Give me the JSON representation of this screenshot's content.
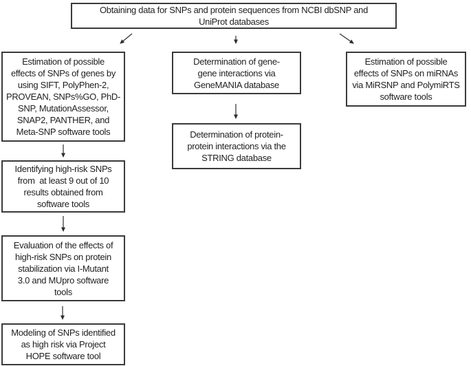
{
  "colors": {
    "background": "#ffffff",
    "box_border": "#3a3a3a",
    "text": "#1f1f1f",
    "arrow": "#2e2e2e"
  },
  "nodes": {
    "obtain_data": {
      "id": "obtain-data",
      "lines": [
        "Obtaining data for SNPs and protein sequences from NCBI dbSNP and",
        "UniProt databases"
      ]
    },
    "estimate_snp_effects_genes": {
      "id": "estimate-snp-effects-genes",
      "lines": [
        "Estimation of possible",
        "effects of SNPs of genes by",
        "using SIFT, PolyPhen-2,",
        "PROVEAN, SNPs%GO, PhD-",
        "SNP, MutationAssessor,",
        "SNAP2, PANTHER, and",
        "Meta-SNP software tools"
      ]
    },
    "identify_high_risk_snps": {
      "id": "identify-high-risk-snps",
      "lines": [
        "Identifying high-risk SNPs",
        "from  at least 9 out of 10",
        "results obtained from",
        "software tools"
      ]
    },
    "evaluate_protein_stabilization": {
      "id": "evaluate-protein-stabilization",
      "lines": [
        "Evaluation of the effects of",
        "high-risk SNPs on protein",
        "stabilization via I-Mutant",
        "3.0 and MUpro software",
        "tools"
      ]
    },
    "model_snps_project_hope": {
      "id": "model-snps-project-hope",
      "lines": [
        "Modeling of SNPs identified",
        "as high risk via Project",
        "HOPE software tool"
      ]
    },
    "gene_gene_interactions": {
      "id": "gene-gene-interactions",
      "lines": [
        "Determination of gene-",
        "gene interactions via",
        "GeneMANIA database"
      ]
    },
    "protein_protein_interactions": {
      "id": "protein-protein-interactions",
      "lines": [
        "Determination of protein-",
        "protein interactions via the",
        "STRING database"
      ]
    },
    "estimate_snp_effects_mirnas": {
      "id": "estimate-snp-effects-mirnas",
      "lines": [
        "Estimation of possible",
        "effects of SNPs on miRNAs",
        "via MiRSNP and PolymiRTS",
        "software tools"
      ]
    }
  },
  "edges": [
    {
      "from": "obtain-data",
      "to": "estimate-snp-effects-genes"
    },
    {
      "from": "obtain-data",
      "to": "gene-gene-interactions"
    },
    {
      "from": "obtain-data",
      "to": "estimate-snp-effects-mirnas"
    },
    {
      "from": "estimate-snp-effects-genes",
      "to": "identify-high-risk-snps"
    },
    {
      "from": "identify-high-risk-snps",
      "to": "evaluate-protein-stabilization"
    },
    {
      "from": "evaluate-protein-stabilization",
      "to": "model-snps-project-hope"
    },
    {
      "from": "gene-gene-interactions",
      "to": "protein-protein-interactions"
    }
  ]
}
